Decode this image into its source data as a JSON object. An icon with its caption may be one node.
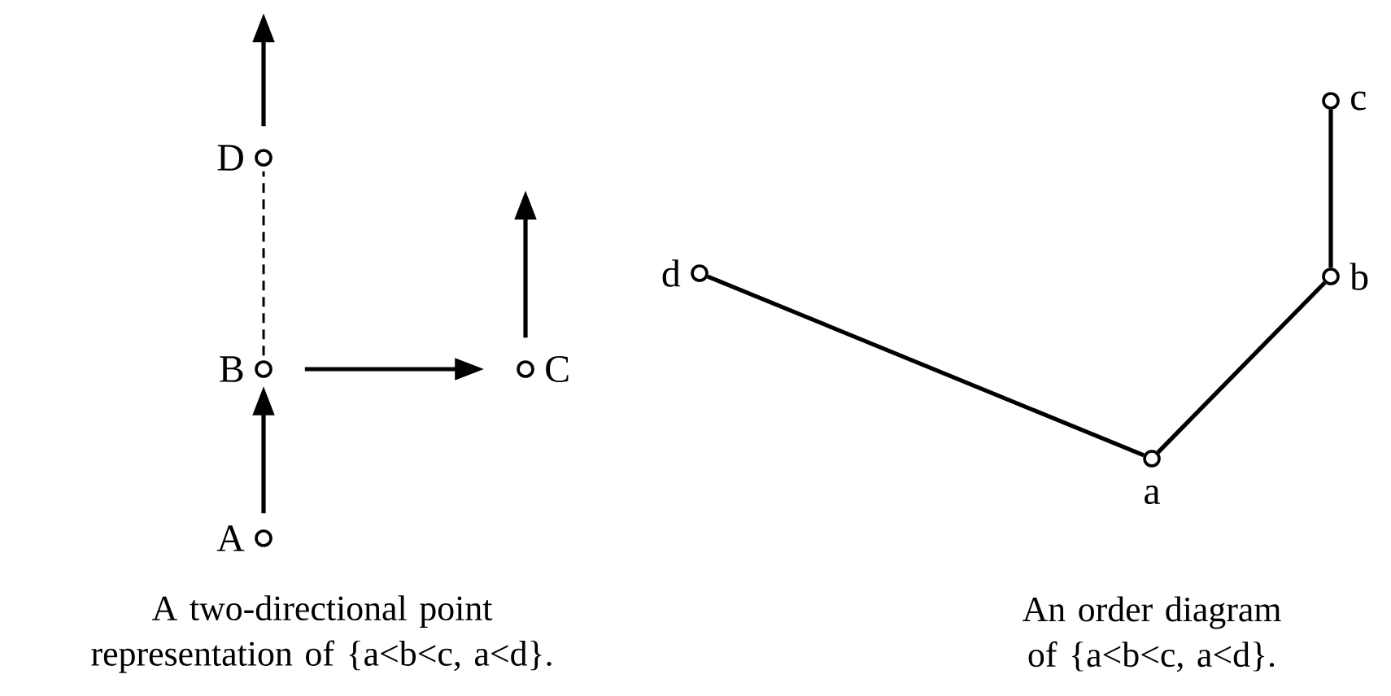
{
  "diagram": {
    "nodes": [
      {
        "text": [],
        "shape": "circle",
        "beside": [
          "D"
        ]
      },
      {
        "text": [],
        "shape": "circle",
        "beside": [
          "B"
        ]
      },
      {
        "text": [],
        "shape": "circle",
        "beside": [
          "C"
        ]
      },
      {
        "text": [],
        "shape": "circle",
        "beside": [
          "A"
        ]
      },
      {
        "text": [],
        "shape": "circle",
        "beside": [
          "c"
        ]
      },
      {
        "text": [],
        "shape": "circle",
        "beside": [
          "d"
        ]
      },
      {
        "text": [],
        "shape": "circle",
        "beside": [
          "b"
        ]
      },
      {
        "text": [],
        "shape": "circle",
        "beside": [
          "a"
        ]
      }
    ],
    "edges": [
      {
        "from": 3,
        "to": 1,
        "arrow": "to"
      },
      {
        "from": 1,
        "to": 2,
        "arrow": "to"
      },
      {
        "from": 1,
        "to": 0,
        "arrow": "none",
        "style": "dashed"
      },
      {
        "from": 0,
        "to": null,
        "arrow": "to"
      },
      {
        "from": 2,
        "to": null,
        "arrow": "to"
      },
      {
        "from": 7,
        "to": 5,
        "arrow": "none"
      },
      {
        "from": 7,
        "to": 6,
        "arrow": "none"
      },
      {
        "from": 6,
        "to": 4,
        "arrow": "none"
      }
    ],
    "labels": [
      "A two-directional point representation of {a<b<c, a<d}.",
      "An order diagram of {a<b<c, a<d}."
    ]
  }
}
